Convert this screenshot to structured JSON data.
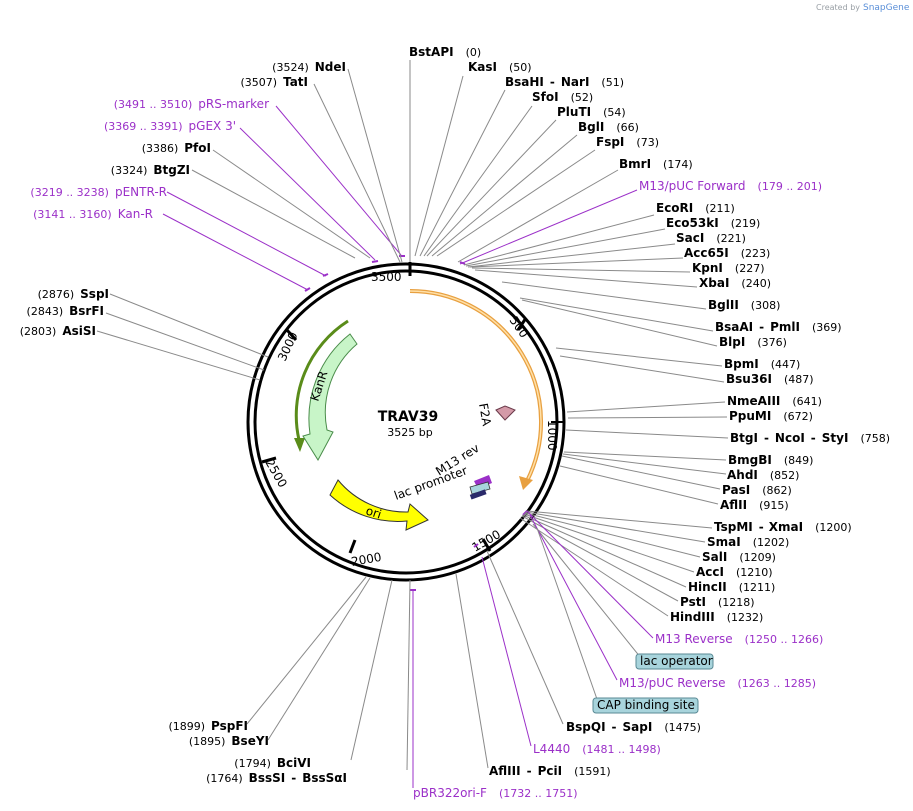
{
  "credit": {
    "prefix": "Created by",
    "brand": "SnapGene"
  },
  "plasmid": {
    "name": "TRAV39",
    "size_label": "3525 bp"
  },
  "ticks": [
    "500",
    "1000",
    "1500",
    "2000",
    "2500",
    "3000",
    "3500"
  ],
  "features": {
    "kanr": "KanR",
    "ori": "ori",
    "f2a": "F2A",
    "m13rev": "M13 rev",
    "lacpromoter": "lac promoter"
  },
  "sites": [
    {
      "name": "BstAPI",
      "pos": "(0)"
    },
    {
      "name": "KasI",
      "pos": "(50)"
    },
    {
      "name": "BsaHI",
      "sep": "-",
      "name2": "NarI",
      "pos": "(51)"
    },
    {
      "name": "SfoI",
      "pos": "(52)"
    },
    {
      "name": "PluTI",
      "pos": "(54)"
    },
    {
      "name": "BglI",
      "pos": "(66)"
    },
    {
      "name": "FspI",
      "pos": "(73)"
    },
    {
      "name": "BmrI",
      "pos": "(174)"
    },
    {
      "name": "M13/pUC Forward",
      "pos": "(179 .. 201)"
    },
    {
      "name": "EcoRI",
      "pos": "(211)"
    },
    {
      "name": "Eco53kI",
      "pos": "(219)"
    },
    {
      "name": "SacI",
      "pos": "(221)"
    },
    {
      "name": "Acc65I",
      "pos": "(223)"
    },
    {
      "name": "KpnI",
      "pos": "(227)"
    },
    {
      "name": "XbaI",
      "pos": "(240)"
    },
    {
      "name": "BglII",
      "pos": "(308)"
    },
    {
      "name": "BsaAI",
      "sep": "-",
      "name2": "PmlI",
      "pos": "(369)"
    },
    {
      "name": "BlpI",
      "pos": "(376)"
    },
    {
      "name": "BpmI",
      "pos": "(447)"
    },
    {
      "name": "Bsu36I",
      "pos": "(487)"
    },
    {
      "name": "NmeAIII",
      "pos": "(641)"
    },
    {
      "name": "PpuMI",
      "pos": "(672)"
    },
    {
      "name": "BtgI",
      "sep": "-",
      "name2": "NcoI",
      "sep2": "-",
      "name3": "StyI",
      "pos": "(758)"
    },
    {
      "name": "BmgBI",
      "pos": "(849)"
    },
    {
      "name": "AhdI",
      "pos": "(852)"
    },
    {
      "name": "PasI",
      "pos": "(862)"
    },
    {
      "name": "AflII",
      "pos": "(915)"
    },
    {
      "name": "TspMI",
      "sep": "-",
      "name2": "XmaI",
      "pos": "(1200)"
    },
    {
      "name": "SmaI",
      "pos": "(1202)"
    },
    {
      "name": "SalI",
      "pos": "(1209)"
    },
    {
      "name": "AccI",
      "pos": "(1210)"
    },
    {
      "name": "HincII",
      "pos": "(1211)"
    },
    {
      "name": "PstI",
      "pos": "(1218)"
    },
    {
      "name": "HindIII",
      "pos": "(1232)"
    },
    {
      "name": "M13 Reverse",
      "pos": "(1250 .. 1266)"
    },
    {
      "name": "lac operator"
    },
    {
      "name": "M13/pUC Reverse",
      "pos": "(1263 .. 1285)"
    },
    {
      "name": "CAP binding site"
    },
    {
      "name": "BspQI",
      "sep": "-",
      "name2": "SapI",
      "pos": "(1475)"
    },
    {
      "name": "L4440",
      "pos": "(1481 .. 1498)"
    },
    {
      "name": "AflIII",
      "sep": "-",
      "name2": "PciI",
      "pos": "(1591)"
    },
    {
      "name": "pBR322ori-F",
      "pos": "(1732 .. 1751)"
    },
    {
      "name": "BssSI",
      "sep": "-",
      "name2": "BssSαI",
      "pos": "(1764)"
    },
    {
      "name": "BciVI",
      "pos": "(1794)"
    },
    {
      "name": "BseYI",
      "pos": "(1895)"
    },
    {
      "name": "PspFI",
      "pos": "(1899)"
    },
    {
      "name": "AsiSI",
      "pos": "(2803)"
    },
    {
      "name": "BsrFI",
      "pos": "(2843)"
    },
    {
      "name": "SspI",
      "pos": "(2876)"
    },
    {
      "name": "Kan-R",
      "pos": "(3141 .. 3160)"
    },
    {
      "name": "pENTR-R",
      "pos": "(3219 .. 3238)"
    },
    {
      "name": "BtgZI",
      "pos": "(3324)"
    },
    {
      "name": "PfoI",
      "pos": "(3386)"
    },
    {
      "name": "pGEX 3'",
      "pos": "(3369 .. 3391)"
    },
    {
      "name": "pRS-marker",
      "pos": "(3491 .. 3510)"
    },
    {
      "name": "TatI",
      "pos": "(3507)"
    },
    {
      "name": "NdeI",
      "pos": "(3524)"
    }
  ],
  "colors": {
    "primer": "#9b30c8",
    "kanr": "#c8f5c8",
    "ori": "#ffff00",
    "f2a": "#d49aa8",
    "orf": "#e8a040",
    "boxfill": "#a8d4dc"
  }
}
